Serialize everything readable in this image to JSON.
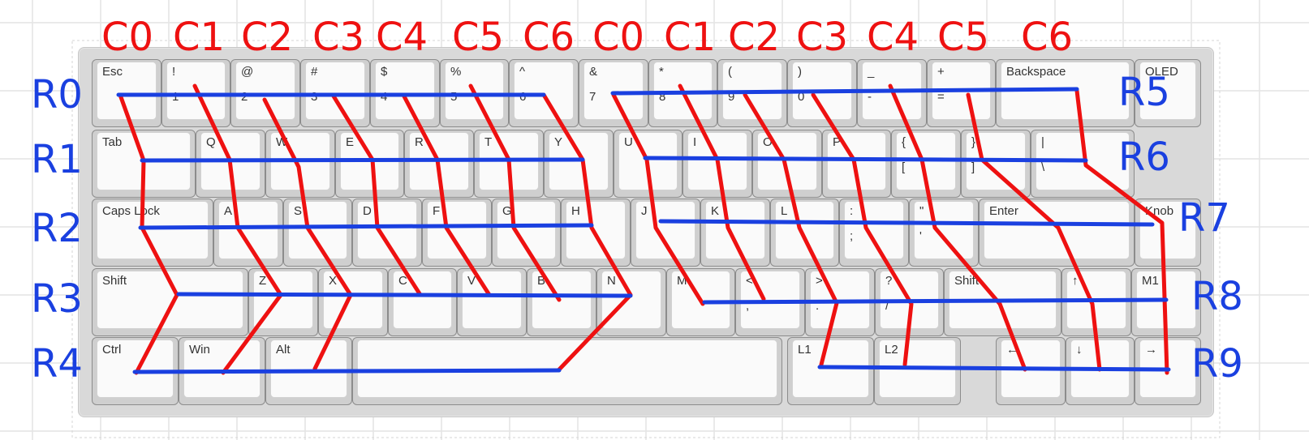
{
  "keys": [
    {
      "top": "Esc",
      "bottom": ""
    },
    {
      "top": "!",
      "bottom": "1"
    },
    {
      "top": "@",
      "bottom": "2"
    },
    {
      "top": "#",
      "bottom": "3"
    },
    {
      "top": "$",
      "bottom": "4"
    },
    {
      "top": "%",
      "bottom": "5"
    },
    {
      "top": "^",
      "bottom": "6"
    },
    {
      "top": "&",
      "bottom": "7"
    },
    {
      "top": "*",
      "bottom": "8"
    },
    {
      "top": "(",
      "bottom": "9"
    },
    {
      "top": ")",
      "bottom": "0"
    },
    {
      "top": "_",
      "bottom": "-"
    },
    {
      "top": "+",
      "bottom": "="
    },
    {
      "top": "Backspace",
      "bottom": ""
    },
    {
      "top": "OLED",
      "bottom": ""
    },
    {
      "top": "Tab",
      "bottom": ""
    },
    {
      "top": "Q",
      "bottom": ""
    },
    {
      "top": "W",
      "bottom": ""
    },
    {
      "top": "E",
      "bottom": ""
    },
    {
      "top": "R",
      "bottom": ""
    },
    {
      "top": "T",
      "bottom": ""
    },
    {
      "top": "Y",
      "bottom": ""
    },
    {
      "top": "U",
      "bottom": ""
    },
    {
      "top": "I",
      "bottom": ""
    },
    {
      "top": "O",
      "bottom": ""
    },
    {
      "top": "P",
      "bottom": ""
    },
    {
      "top": "{",
      "bottom": "["
    },
    {
      "top": "}",
      "bottom": "]"
    },
    {
      "top": "|",
      "bottom": "\\"
    },
    {
      "top": "Caps Lock",
      "bottom": ""
    },
    {
      "top": "A",
      "bottom": ""
    },
    {
      "top": "S",
      "bottom": ""
    },
    {
      "top": "D",
      "bottom": ""
    },
    {
      "top": "F",
      "bottom": ""
    },
    {
      "top": "G",
      "bottom": ""
    },
    {
      "top": "H",
      "bottom": ""
    },
    {
      "top": "J",
      "bottom": ""
    },
    {
      "top": "K",
      "bottom": ""
    },
    {
      "top": "L",
      "bottom": ""
    },
    {
      "top": ":",
      "bottom": ";"
    },
    {
      "top": "\"",
      "bottom": "'"
    },
    {
      "top": "Enter",
      "bottom": ""
    },
    {
      "top": "Knob",
      "bottom": ""
    },
    {
      "top": "Shift",
      "bottom": ""
    },
    {
      "top": "Z",
      "bottom": ""
    },
    {
      "top": "X",
      "bottom": ""
    },
    {
      "top": "C",
      "bottom": ""
    },
    {
      "top": "V",
      "bottom": ""
    },
    {
      "top": "B",
      "bottom": ""
    },
    {
      "top": "N",
      "bottom": ""
    },
    {
      "top": "M",
      "bottom": ""
    },
    {
      "top": "<",
      "bottom": ","
    },
    {
      "top": ">",
      "bottom": "."
    },
    {
      "top": "?",
      "bottom": "/"
    },
    {
      "top": "Shift",
      "bottom": ""
    },
    {
      "top": "↑",
      "bottom": ""
    },
    {
      "top": "M1",
      "bottom": ""
    },
    {
      "top": "Ctrl",
      "bottom": ""
    },
    {
      "top": "Win",
      "bottom": ""
    },
    {
      "top": "Alt",
      "bottom": ""
    },
    {
      "top": "",
      "bottom": ""
    },
    {
      "top": "L1",
      "bottom": ""
    },
    {
      "top": "L2",
      "bottom": ""
    },
    {
      "top": "←",
      "bottom": ""
    },
    {
      "top": "↓",
      "bottom": ""
    },
    {
      "top": "→",
      "bottom": ""
    }
  ],
  "column_labels": [
    "C0",
    "C1",
    "C2",
    "C3",
    "C4",
    "C5",
    "C6",
    "C0",
    "C1",
    "C2",
    "C3",
    "C4",
    "C5",
    "C6"
  ],
  "row_labels": [
    "R0",
    "R1",
    "R2",
    "R3",
    "R4",
    "R5",
    "R6",
    "R7",
    "R8",
    "R9"
  ],
  "colors": {
    "rows_wire": "#1a40e0",
    "columns_wire": "#ee1111",
    "label_red": "#ee1111",
    "label_blue": "#1a40e0",
    "keycap": "#fafafa",
    "key_border": "#8c8c8c",
    "plate": "#d9d9d9",
    "grid_line": "#e4e4e4"
  }
}
